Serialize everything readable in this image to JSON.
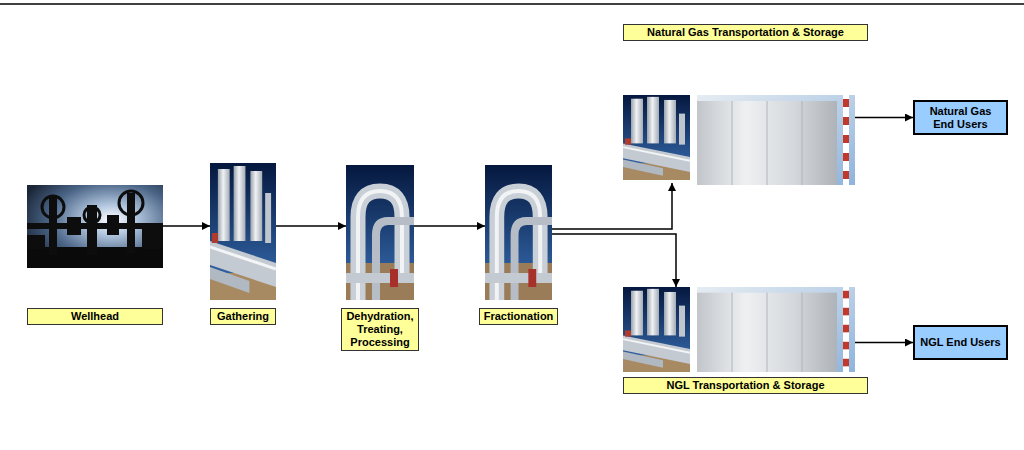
{
  "diagram": {
    "nodes": [
      {
        "text": [
          "Wellhead"
        ]
      },
      {
        "text": [
          "Gathering"
        ]
      },
      {
        "text": [
          "Dehydration, Treating, Processing"
        ]
      },
      {
        "text": [
          "Fractionation"
        ]
      },
      {
        "text": [
          "Natural Gas Transportation & Storage"
        ]
      },
      {
        "text": [
          "Natural Gas End Users"
        ]
      },
      {
        "text": [
          "NGL Transportation & Storage"
        ]
      },
      {
        "text": [
          "NGL End Users"
        ]
      }
    ],
    "edges": [
      {
        "from": 0,
        "to": 1,
        "arrow": "to"
      },
      {
        "from": 1,
        "to": 2,
        "arrow": "to"
      },
      {
        "from": 2,
        "to": 3,
        "arrow": "to"
      },
      {
        "from": 3,
        "to": 4,
        "arrow": "to"
      },
      {
        "from": 3,
        "to": 6,
        "arrow": "to"
      },
      {
        "from": 4,
        "to": 5,
        "arrow": "to"
      },
      {
        "from": 6,
        "to": 7,
        "arrow": "to"
      }
    ]
  }
}
